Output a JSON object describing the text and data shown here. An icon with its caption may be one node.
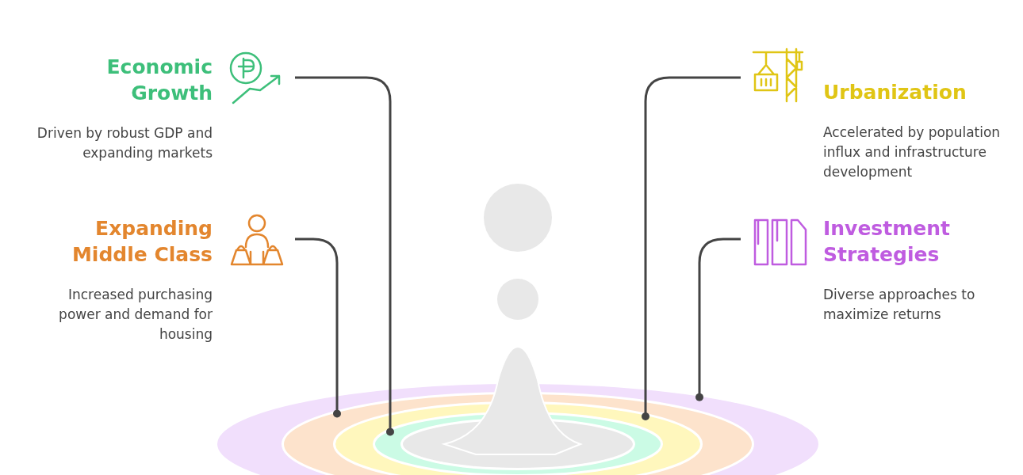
{
  "diagram": {
    "nodes": [
      {
        "text": [
          "Economic Growth",
          "Driven by robust GDP and expanding markets"
        ]
      },
      {
        "text": [
          "Urbanization",
          "Accelerated by population influx and infrastructure development"
        ]
      },
      {
        "text": [
          "Expanding Middle Class",
          "Increased purchasing power and demand for housing"
        ]
      },
      {
        "text": [
          "Investment Strategies",
          "Diverse approaches to maximize returns"
        ]
      },
      {
        "text": [],
        "shape": "ellipse"
      },
      {
        "text": [],
        "shape": "ellipse",
        "in": 4
      },
      {
        "text": [],
        "shape": "ellipse",
        "in": 5
      },
      {
        "text": [],
        "shape": "ellipse",
        "in": 6
      },
      {
        "text": [],
        "shape": "ellipse",
        "in": 7
      }
    ],
    "edges": [
      {
        "from": 0,
        "to": 7,
        "arrow": "other"
      },
      {
        "from": 1,
        "to": 6,
        "arrow": "other"
      },
      {
        "from": 2,
        "to": 5,
        "arrow": "other"
      },
      {
        "from": 3,
        "to": 4,
        "arrow": "other"
      }
    ]
  }
}
